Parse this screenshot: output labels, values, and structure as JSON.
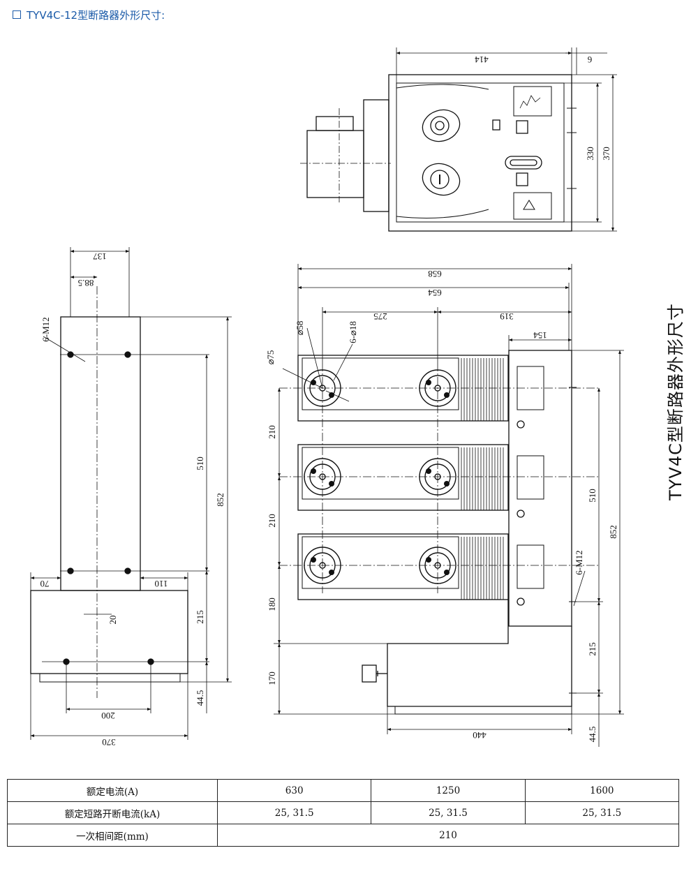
{
  "header": {
    "title": "TYV4C-12型断路器外形尺寸:"
  },
  "side_title": "TYV4C型断路器外形尺寸",
  "dims": {
    "top_width": "414",
    "top_offset": "6",
    "top_h1": "330",
    "top_h2": "370",
    "left_w137": "137",
    "left_w88": "88.5",
    "left_thread": "6-M12",
    "left_h510": "510",
    "left_h852": "852",
    "left_w70": "70",
    "left_w110": "110",
    "left_20": "20",
    "left_h215": "215",
    "left_h44": "44.5",
    "left_w200": "200",
    "left_w370": "370",
    "front_w658": "658",
    "front_w654": "654",
    "front_w275": "275",
    "front_w319": "319",
    "front_w154": "154",
    "front_d58": "⌀58",
    "front_d18": "6-⌀18",
    "front_d75": "⌀75",
    "front_v210a": "210",
    "front_v210b": "210",
    "front_v180": "180",
    "front_v170": "170",
    "front_r852": "852",
    "front_r510": "510",
    "front_r_thread": "6-M12",
    "front_r215": "215",
    "front_r44": "44.5",
    "front_w440": "440"
  },
  "table": {
    "rows": [
      {
        "label": "额定电流(A)",
        "values": [
          "630",
          "1250",
          "1600"
        ]
      },
      {
        "label": "额定短路开断电流(kA)",
        "values": [
          "25, 31.5",
          "25, 31.5",
          "25, 31.5"
        ]
      },
      {
        "label": "一次相间距(mm)",
        "span_value": "210"
      }
    ]
  }
}
